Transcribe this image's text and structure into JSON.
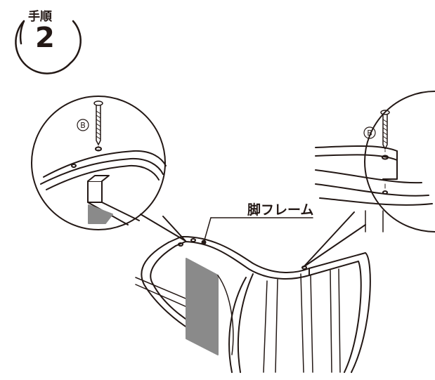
{
  "step": {
    "label": "手順",
    "number": "2"
  },
  "part_label": "脚フレーム",
  "screw_part_letter": "B",
  "colors": {
    "ink": "#231815",
    "panel": "#8a8a8a",
    "background": "#ffffff"
  }
}
